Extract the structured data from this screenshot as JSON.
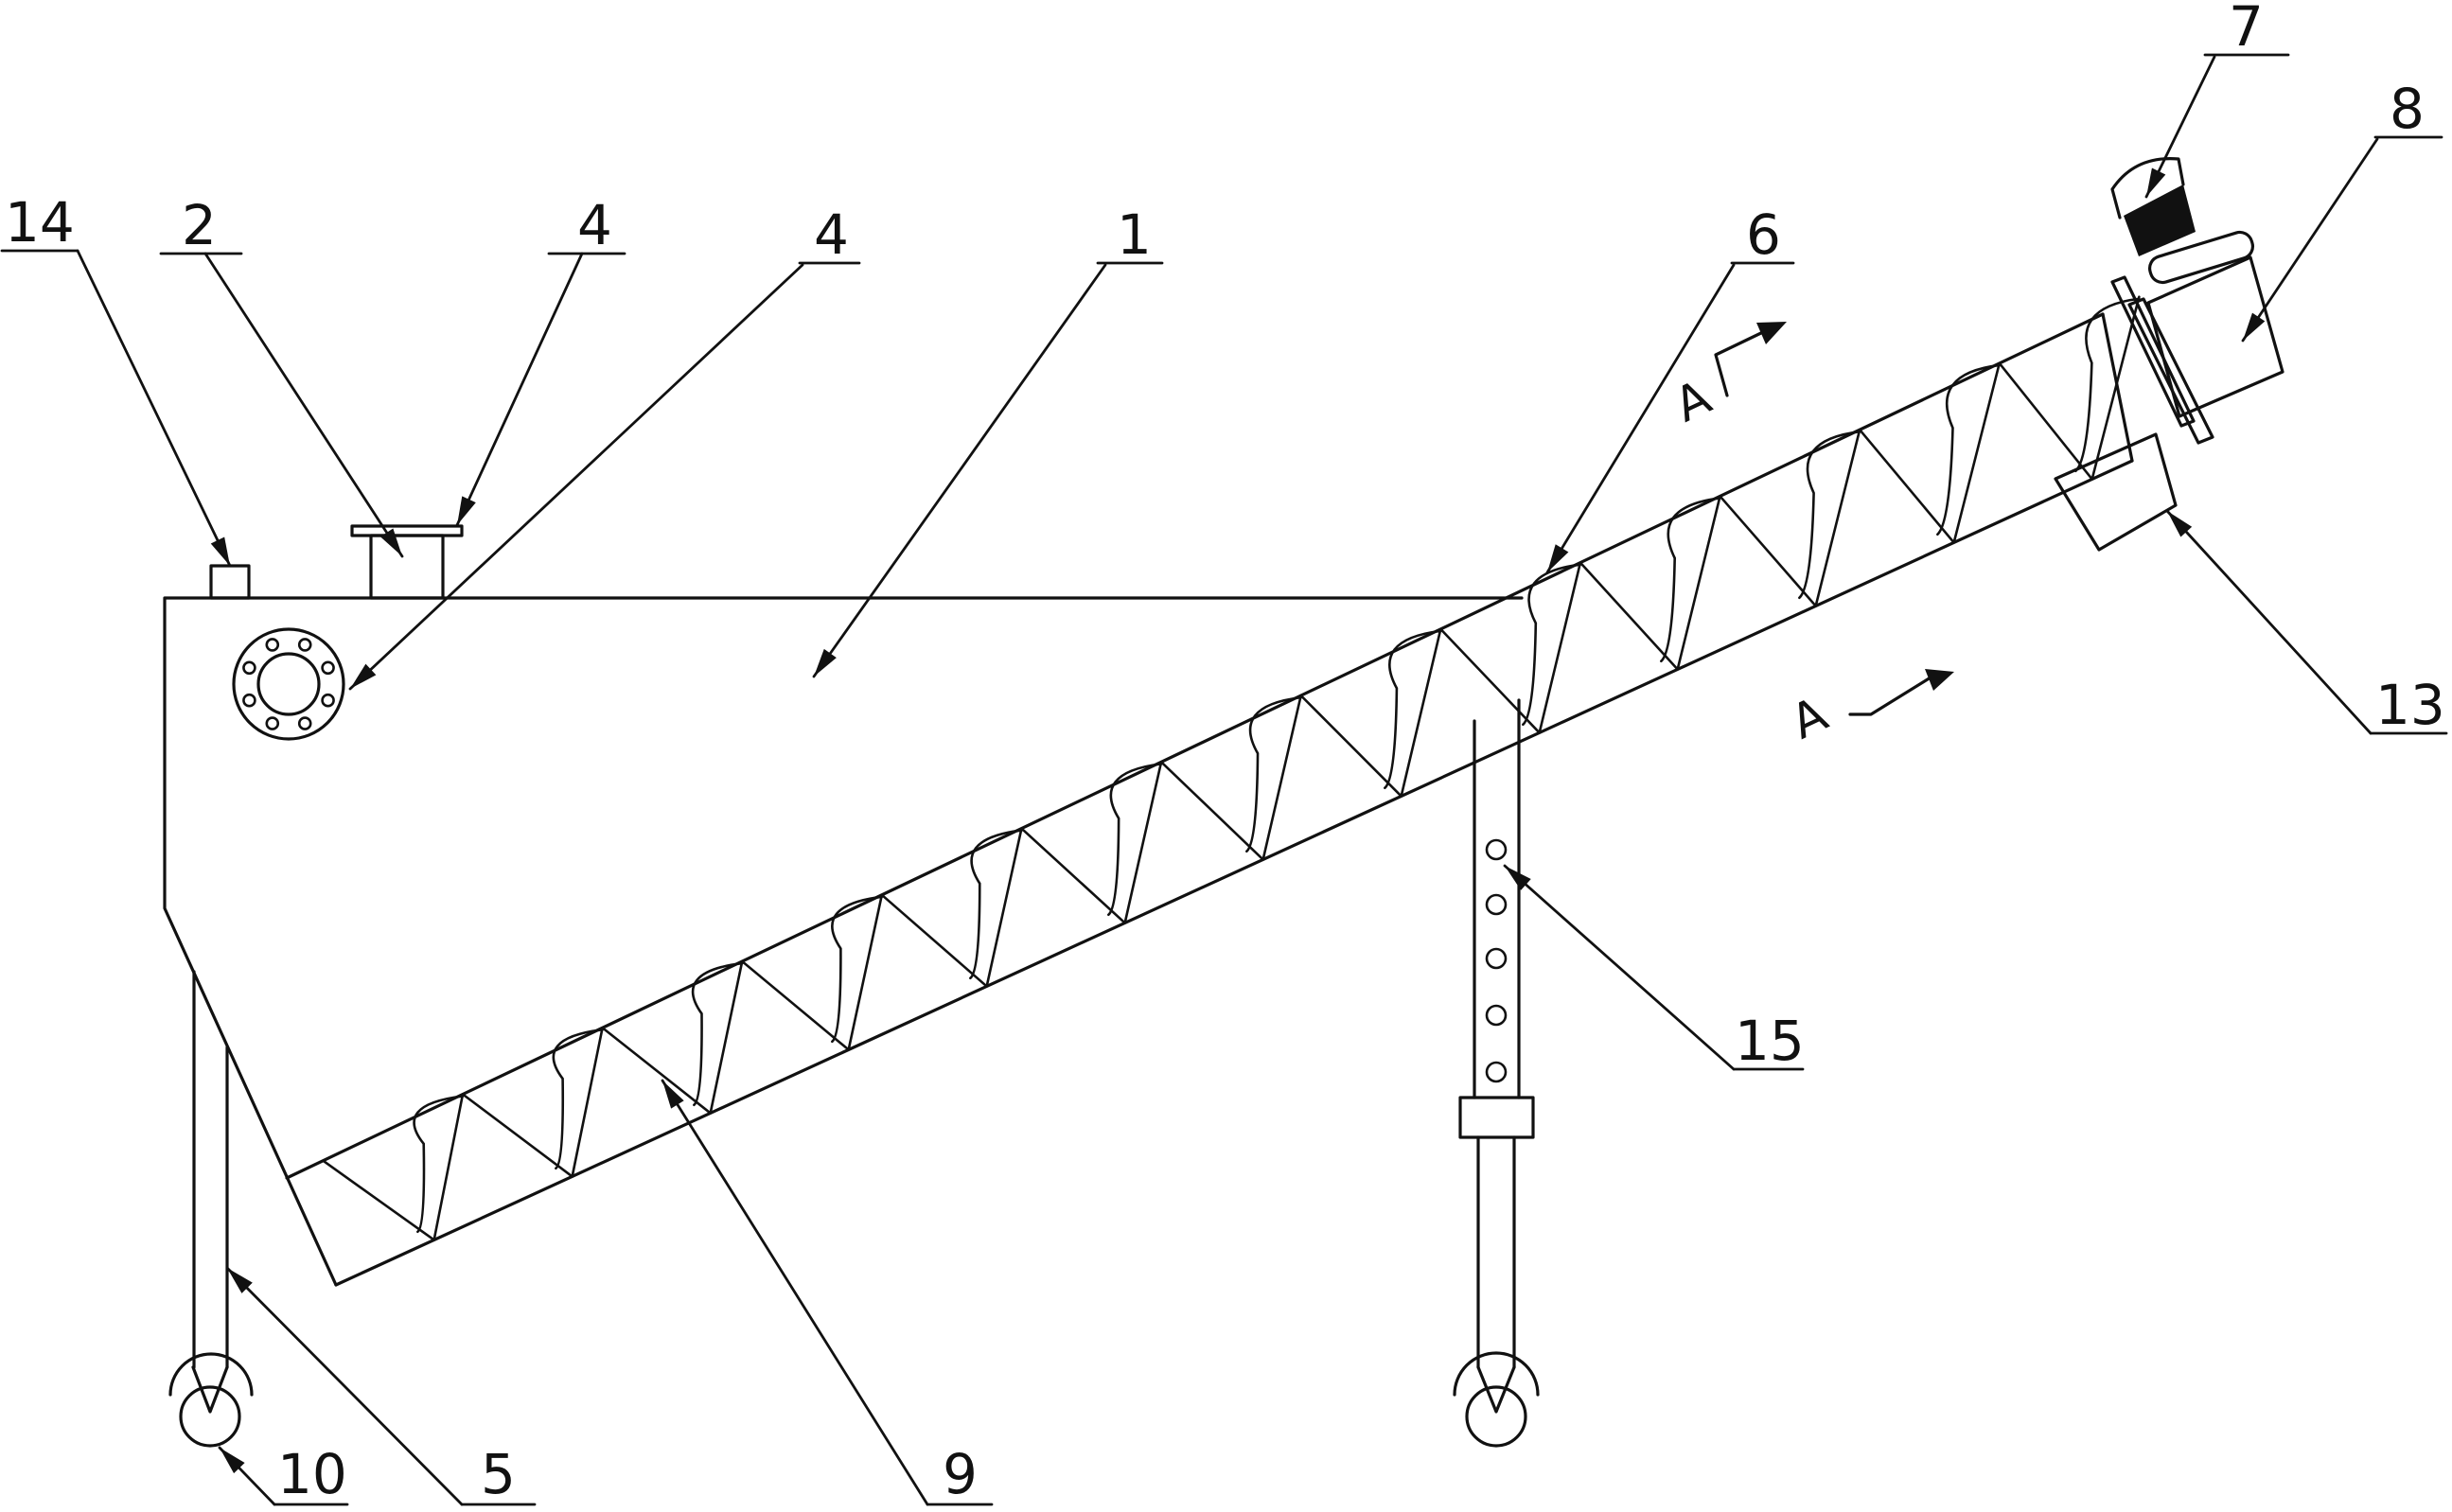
{
  "labels": {
    "l1": "1",
    "l2": "2",
    "l4a": "4",
    "l4b": "4",
    "l5": "5",
    "l6": "6",
    "l7": "7",
    "l8": "8",
    "l9": "9",
    "l10": "10",
    "l13": "13",
    "l14": "14",
    "l15": "15"
  },
  "section": {
    "upper": "A",
    "lower": "A"
  }
}
